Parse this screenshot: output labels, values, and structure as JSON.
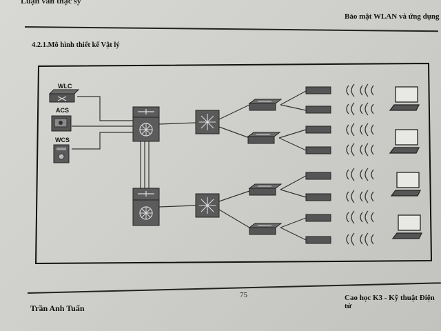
{
  "header": {
    "left_text": "Luận văn thạc sỹ",
    "right_text": "Bảo mật WLAN và ứng dụng"
  },
  "section_title": "4.2.1.Mô hình thiết kế Vật lý",
  "diagram": {
    "servers": [
      {
        "label": "WLC",
        "icon": "wlan-controller-icon"
      },
      {
        "label": "ACS",
        "icon": "acs-server-icon"
      },
      {
        "label": "WCS",
        "icon": "wcs-server-icon"
      }
    ],
    "core_switches": 2,
    "distribution_switches": 2,
    "access_switches": 4,
    "access_points": 8,
    "laptops": 4,
    "line_color": "#333333",
    "device_color": "#555555"
  },
  "footer": {
    "page_number": "75",
    "author": "Trần Anh Tuấn",
    "right_text": "Cao học K3 - Kỹ thuật Điện tử"
  }
}
